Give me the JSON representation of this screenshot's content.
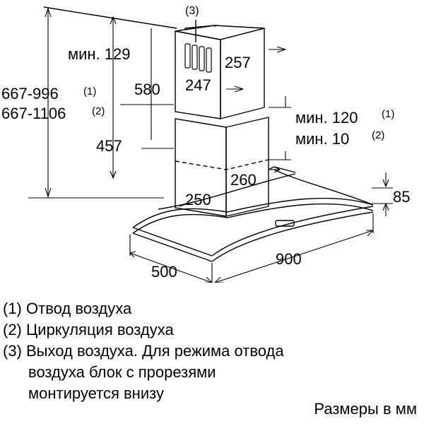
{
  "diagram": {
    "callout": "(3)",
    "dims": {
      "min129": "мин. 129",
      "d580": "580",
      "d257": "257",
      "d247": "247",
      "range1": "667-996",
      "range2": "667-1106",
      "note1": "(1)",
      "note2": "(2)",
      "min120": "мин. 120",
      "min10": "мин. 10",
      "d457": "457",
      "d260": "260",
      "d250": "250",
      "d85": "85",
      "d500": "500",
      "d900": "900"
    }
  },
  "legend": {
    "item1": "(1) Отвод воздуха",
    "item2": "(2) Циркуляция воздуха",
    "item3_line1": "(3) Выход воздуха. Для режима отвода",
    "item3_line2": "воздуха блок с прорезями",
    "item3_line3": "монтируется внизу"
  },
  "units_note": "Размеры в мм"
}
